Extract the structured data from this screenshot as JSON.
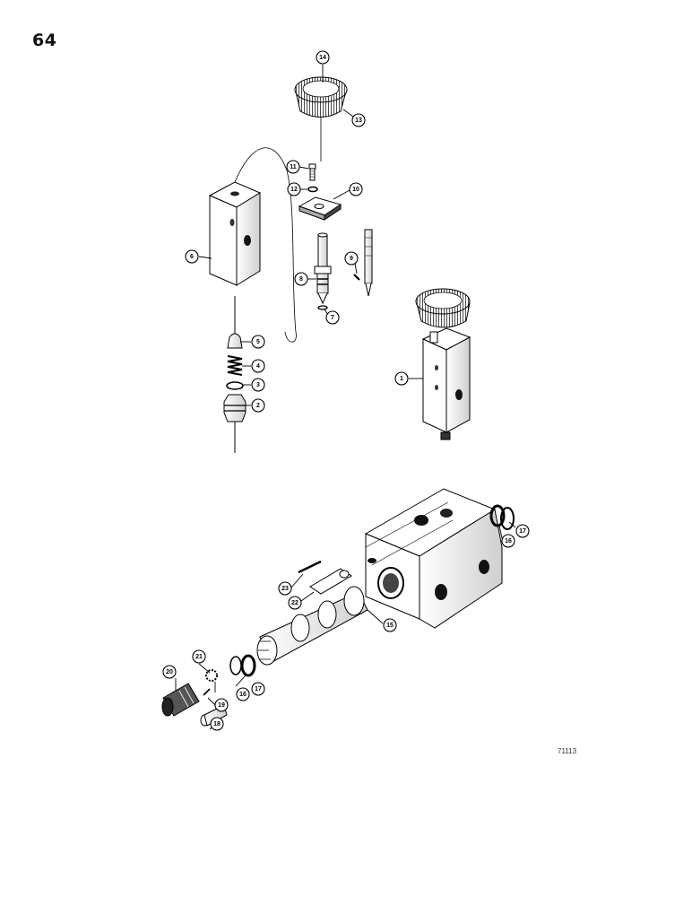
{
  "page": {
    "number": "64",
    "figure_code": "71113"
  },
  "callouts": [
    {
      "id": "c14",
      "label": "14"
    },
    {
      "id": "c13",
      "label": "13"
    },
    {
      "id": "c11",
      "label": "11"
    },
    {
      "id": "c12",
      "label": "12"
    },
    {
      "id": "c10",
      "label": "10"
    },
    {
      "id": "c6",
      "label": "6"
    },
    {
      "id": "c9",
      "label": "9"
    },
    {
      "id": "c8",
      "label": "8"
    },
    {
      "id": "c7",
      "label": "7"
    },
    {
      "id": "c5",
      "label": "5"
    },
    {
      "id": "c4",
      "label": "4"
    },
    {
      "id": "c3",
      "label": "3"
    },
    {
      "id": "c2",
      "label": "2"
    },
    {
      "id": "c1",
      "label": "1"
    },
    {
      "id": "c17a",
      "label": "17"
    },
    {
      "id": "c16a",
      "label": "16"
    },
    {
      "id": "c23",
      "label": "23"
    },
    {
      "id": "c22",
      "label": "22"
    },
    {
      "id": "c15",
      "label": "15"
    },
    {
      "id": "c21",
      "label": "21"
    },
    {
      "id": "c20",
      "label": "20"
    },
    {
      "id": "c17b",
      "label": "17"
    },
    {
      "id": "c16b",
      "label": "16"
    },
    {
      "id": "c19",
      "label": "19"
    },
    {
      "id": "c18",
      "label": "18"
    }
  ]
}
